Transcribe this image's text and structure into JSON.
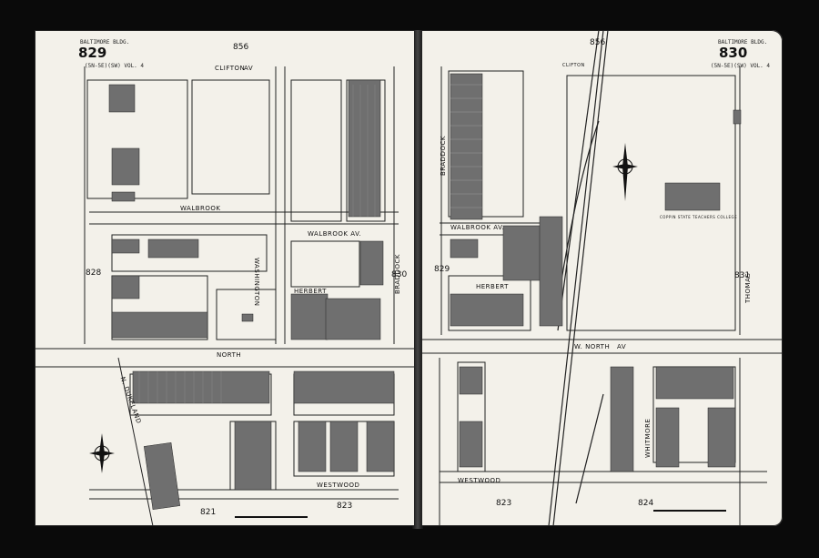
{
  "left_page": {
    "header_label": "BALTIMORE BLDG.",
    "page_number": "829",
    "sheet_ref": "(5N-5E)(SW) VOL. 4",
    "top_ref": "856",
    "bottom_refs": [
      "821",
      "823"
    ],
    "side_ref": "828",
    "right_ref": "830"
  },
  "right_page": {
    "header_label": "BALTIMORE BLDG.",
    "page_number": "830",
    "sheet_ref": "(5N-5E)(SW) VOL. 4",
    "top_ref": "856",
    "bottom_refs": [
      "823",
      "824"
    ],
    "left_ref": "829",
    "right_ref": "831",
    "building_caption": "COPPIN STATE TEACHERS COLLEGE"
  },
  "streets": {
    "clifton": "CLIFTON",
    "clifton_av": "AV",
    "walbrook": "WALBROOK",
    "walbrook_av": "WALBROOK AV.",
    "north": "NORTH",
    "north_right": "W. NORTH",
    "herbert": "HERBERT",
    "westwood": "WESTWOOD",
    "washington": "WASHINGTON",
    "braddock": "BRADDOCK",
    "dukeland": "N. DUKELAND",
    "thomas": "THOMAS",
    "whitmore": "WHITMORE",
    "av": "AV"
  },
  "colors": {
    "page": "#f3f1ea",
    "ink": "#111111",
    "building": "#6f6f6f",
    "dark_building": "#4a4a4a",
    "background": "#0a0a0a"
  },
  "icons": [
    "compass-rose-icon"
  ]
}
